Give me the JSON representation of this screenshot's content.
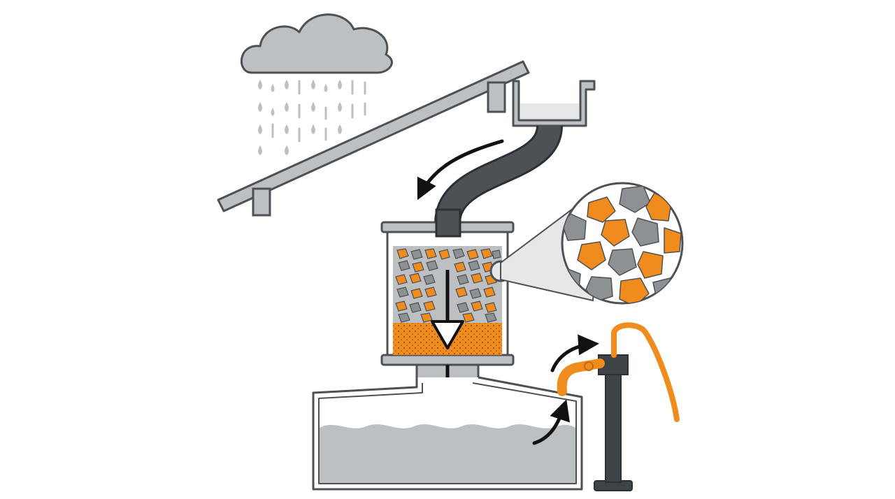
{
  "diagram": {
    "labels": [],
    "colors": {
      "outline": "#4d5155",
      "gray_fill": "#bcc0c2",
      "light_fill": "#e5e7e8",
      "orange": "#f08c1e",
      "dark": "#3e4347",
      "arrow": "#111111"
    },
    "elements": [
      "rain-cloud",
      "roof",
      "gutter",
      "downpipe",
      "filter-tank",
      "filter-media-zoom",
      "storage-tank",
      "hand-pump"
    ]
  }
}
